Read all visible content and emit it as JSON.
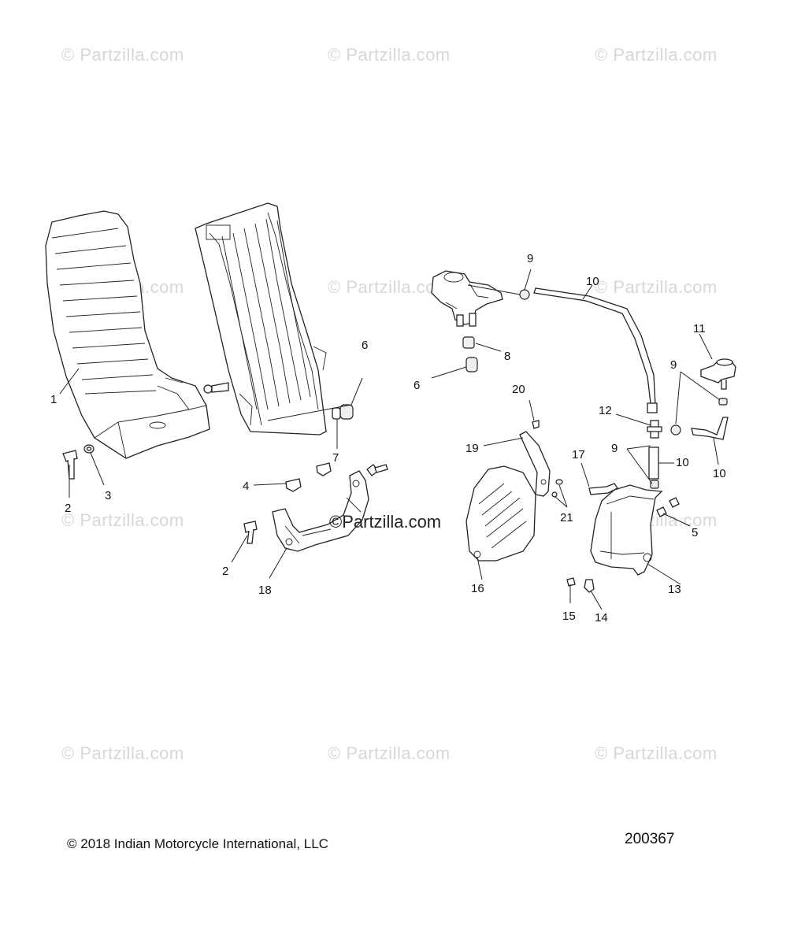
{
  "watermark": "© Partzilla.com",
  "center_watermark": "©Partzilla.com",
  "callouts": {
    "c1": "1",
    "c2a": "2",
    "c2b": "2",
    "c3": "3",
    "c4": "4",
    "c5": "5",
    "c6a": "6",
    "c6b": "6",
    "c7": "7",
    "c8": "8",
    "c9a": "9",
    "c9b": "9",
    "c9c": "9",
    "c10a": "10",
    "c10b": "10",
    "c10c": "10",
    "c11": "11",
    "c12": "12",
    "c13": "13",
    "c14": "14",
    "c15": "15",
    "c16": "16",
    "c17": "17",
    "c18": "18",
    "c19": "19",
    "c20": "20",
    "c21": "21"
  },
  "footer": {
    "copyright": "© 2018 Indian Motorcycle International, LLC",
    "diagram_id": "200367"
  },
  "colors": {
    "line": "#222222",
    "watermark": "#d7d7d7"
  }
}
